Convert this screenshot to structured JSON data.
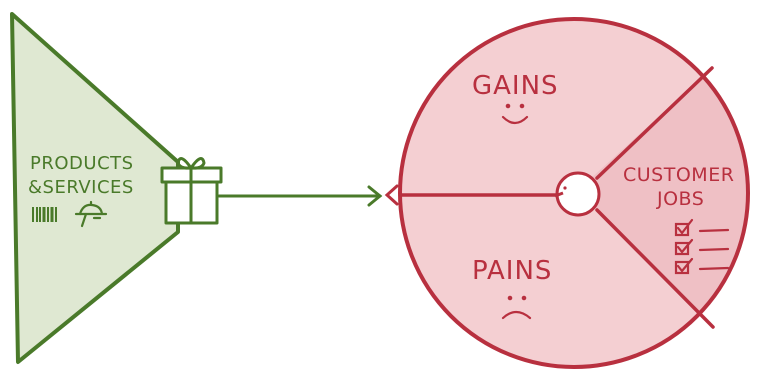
{
  "colors": {
    "green_stroke": "#4a7a2a",
    "green_fill": "#dfe8d2",
    "red_stroke": "#b8303f",
    "red_fill": "#f4cfd2",
    "red_fill_dark": "#efc0c5",
    "white": "#ffffff"
  },
  "value_map": {
    "label_line1": "PRODUCTS",
    "label_line2": "&SERVICES",
    "icons": [
      "barcode-icon",
      "service-bell-icon"
    ],
    "gift_icon": "gift-icon"
  },
  "customer_profile": {
    "gains_label": "GAINS",
    "pains_label": "PAINS",
    "jobs_line1": "CUSTOMER",
    "jobs_line2": "JOBS",
    "gains_icon": "smile-icon",
    "pains_icon": "frown-icon",
    "jobs_icon": "checklist-icon",
    "center_icon": "customer-head-icon"
  },
  "connector": {
    "icon": "arrow-right-icon"
  }
}
